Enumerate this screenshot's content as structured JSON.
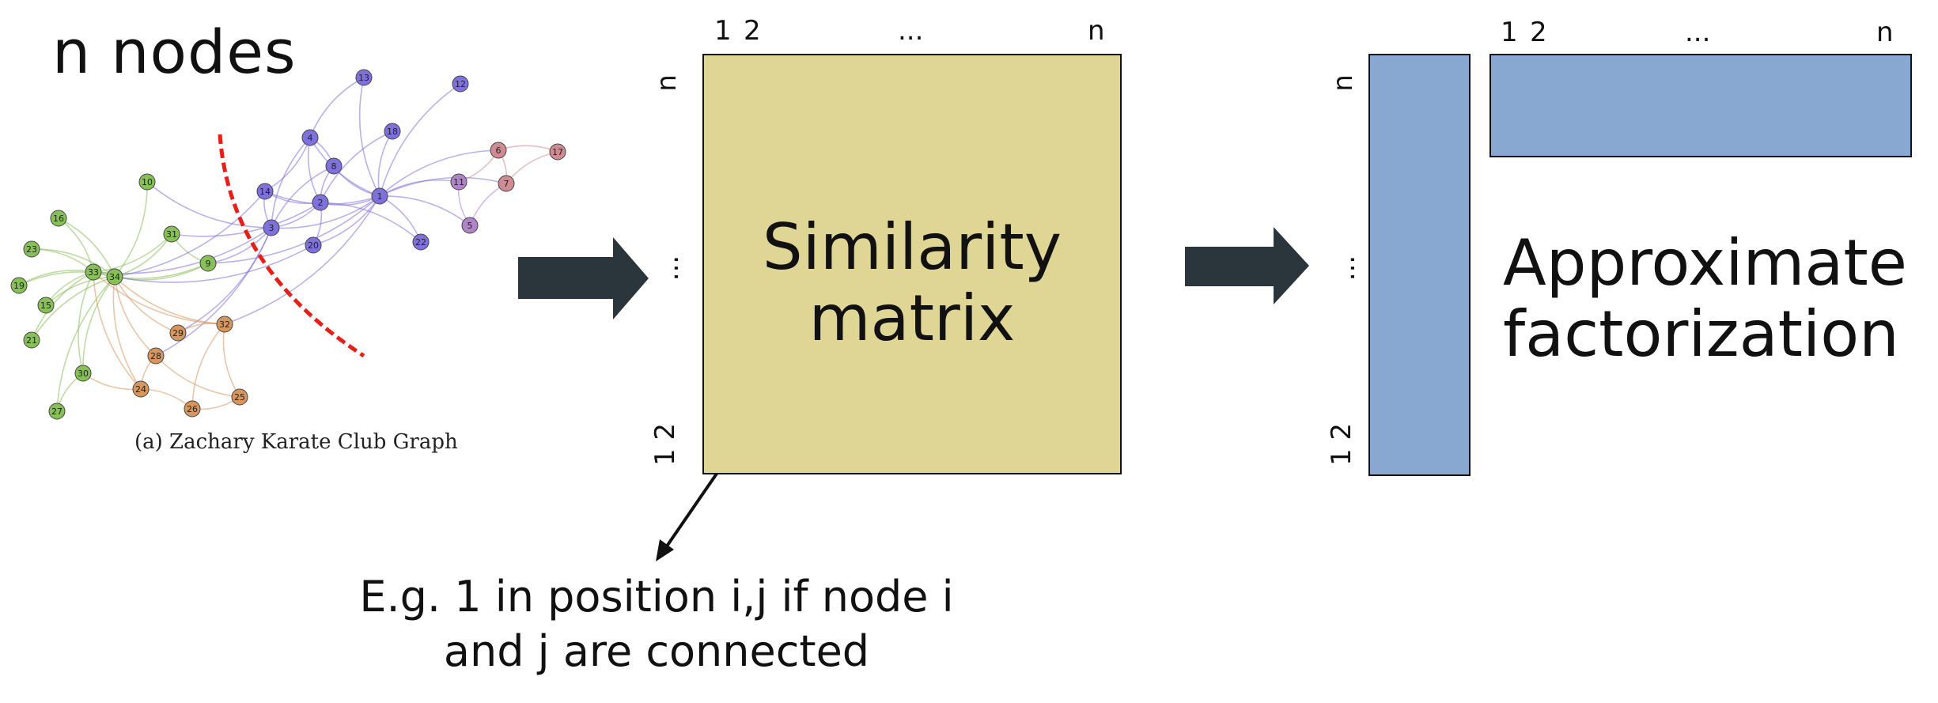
{
  "graph": {
    "title": "n nodes",
    "caption": "(a) Zachary Karate Club Graph",
    "node_labels": [
      "1",
      "2",
      "3",
      "4",
      "5",
      "6",
      "7",
      "8",
      "9",
      "10",
      "11",
      "12",
      "13",
      "14",
      "15",
      "16",
      "17",
      "18",
      "19",
      "20",
      "21",
      "22",
      "23",
      "24",
      "25",
      "26",
      "27",
      "28",
      "29",
      "30",
      "31",
      "32",
      "33",
      "34"
    ],
    "colors": {
      "purple": "#7f71dd",
      "pink": "#cf8a92",
      "green": "#87c056",
      "orange": "#d8965c",
      "violet": "#b184c8",
      "cut": "#e81f18"
    }
  },
  "arrows": {
    "color": "#2a363b"
  },
  "similarity_matrix": {
    "label_line1": "Similarity",
    "label_line2": "matrix",
    "color": "#dfd594",
    "col_index": {
      "first": "1",
      "second": "2",
      "middle": "...",
      "last": "n"
    },
    "row_index": {
      "top": "n",
      "middle": "...",
      "bottom": "1 2"
    }
  },
  "factorization": {
    "label_line1": "Approximate",
    "label_line2": "factorization",
    "color": "#88a8d2",
    "col_index": {
      "first": "1",
      "second": "2",
      "middle": "...",
      "last": "n"
    },
    "row_index": {
      "top": "n",
      "middle": "...",
      "bottom": "1 2"
    }
  },
  "note": {
    "line1": "E.g. 1 in position i,j if node i",
    "line2": "and j are connected"
  }
}
